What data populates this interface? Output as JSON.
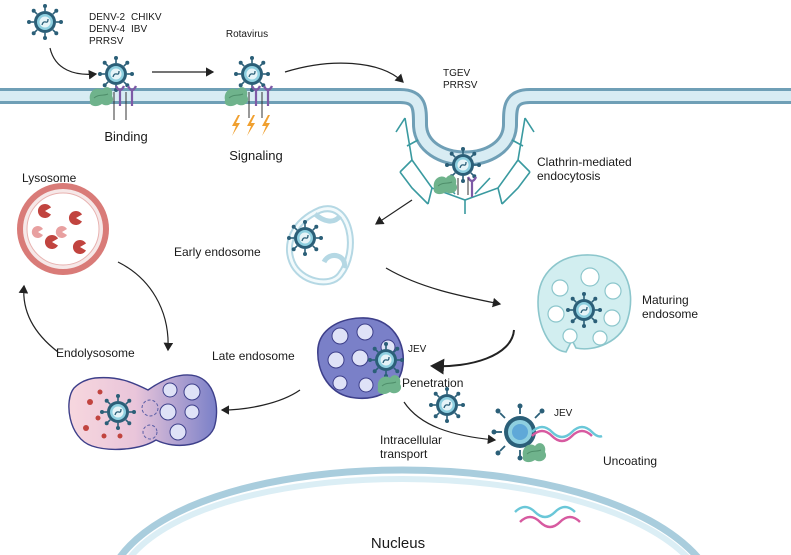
{
  "labels": {
    "denv2": "DENV-2",
    "chikv": "CHIKV",
    "denv4": "DENV-4",
    "ibv": "IBV",
    "prrsv_top": "PRRSV",
    "rotavirus": "Rotavirus",
    "tgev": "TGEV",
    "prrsv_right": "PRRSV",
    "binding": "Binding",
    "signaling": "Signaling",
    "clathrin_1": "Clathrin-mediated",
    "clathrin_2": "endocytosis",
    "lysosome": "Lysosome",
    "early_endosome": "Early endosome",
    "maturing_1": "Maturing",
    "maturing_2": "endosome",
    "endolysosome": "Endolysosome",
    "late_endosome": "Late endosome",
    "jev_late": "JEV",
    "penetration": "Penetration",
    "jev_uncoat": "JEV",
    "intracellular_1": "Intracellular",
    "intracellular_2": "transport",
    "uncoating": "Uncoating",
    "nucleus": "Nucleus"
  },
  "colors": {
    "membrane": "#9cc4d6",
    "membrane_dark": "#6f9fb6",
    "virus": "#2b5f78",
    "virus_fill": "#e6f4f8",
    "receptor_green": "#6fb38c",
    "receptor_purple": "#7d5aa6",
    "clathrin": "#3a9aa0",
    "lysosome": "#d97b78",
    "late_endosome": "#7a80c8",
    "maturing": "#d2eef0",
    "lightning": "#f0a030",
    "rna_pink": "#d75aa0",
    "rna_cyan": "#6ac7d8"
  },
  "icons": [
    "virus-icon",
    "receptor-icon",
    "lightning-icon",
    "clathrin-pit-icon",
    "rna-strand-icon"
  ]
}
